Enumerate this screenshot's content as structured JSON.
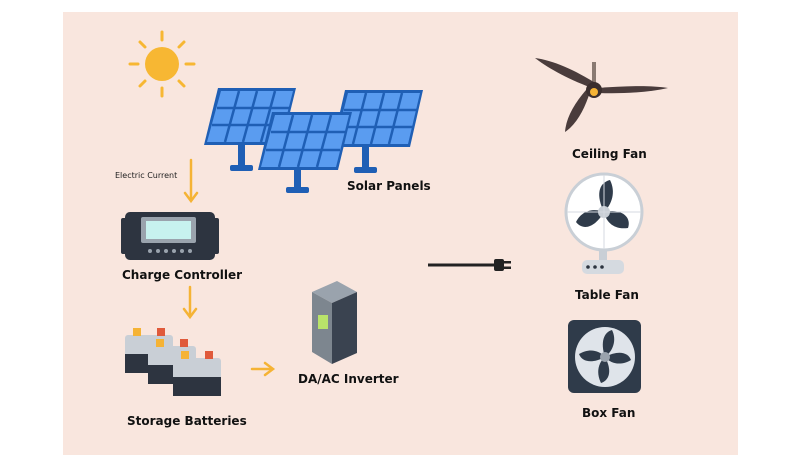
{
  "components": {
    "solar_panels": "Solar Panels",
    "charge_controller": "Charge Controller",
    "storage_batteries": "Storage Batteries",
    "inverter": "DA/AC Inverter",
    "ceiling_fan": "Ceiling Fan",
    "table_fan": "Table Fan",
    "box_fan": "Box Fan"
  },
  "annotations": {
    "electric_current": "Electric Current"
  },
  "colors": {
    "background": "#f9e6de",
    "sun": "#f7b733",
    "arrow": "#f5b335",
    "panel_cell": "#4f8fe6",
    "panel_frame": "#1f5fb5",
    "device_dark": "#2d3440",
    "fan_blade": "#4a3c3c"
  },
  "icons": [
    "sun-icon",
    "solar-panel-icon",
    "charge-controller-icon",
    "battery-icon",
    "inverter-icon",
    "power-plug-icon",
    "ceiling-fan-icon",
    "table-fan-icon",
    "box-fan-icon"
  ]
}
